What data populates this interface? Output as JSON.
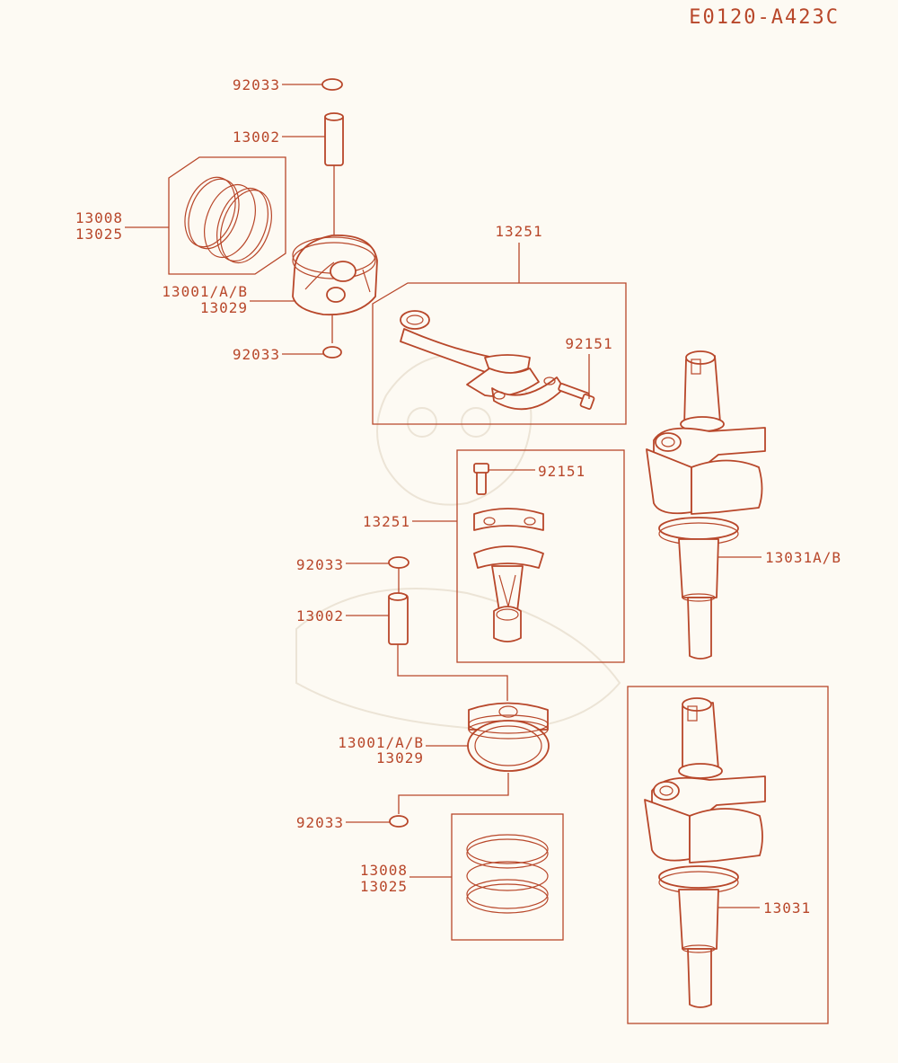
{
  "diagram_code": "E0120-A423C",
  "callouts": {
    "clip_upper_top": "92033",
    "pin_upper": "13002",
    "rings_upper_a": "13008",
    "rings_upper_b": "13025",
    "piston_upper_a": "13001/A/B",
    "piston_upper_b": "13029",
    "clip_upper_bottom": "92033",
    "conrod_upper": "13251",
    "bolt_upper": "92151",
    "bolt_lower": "92151",
    "conrod_lower": "13251",
    "clip_lower_top": "92033",
    "pin_lower": "13002",
    "piston_lower_a": "13001/A/B",
    "piston_lower_b": "13029",
    "clip_lower_bottom": "92033",
    "rings_lower_a": "13008",
    "rings_lower_b": "13025",
    "crank_upper": "13031A/B",
    "crank_lower": "13031"
  },
  "colors": {
    "ink": "#b8472a",
    "paper": "#fdfaf3"
  }
}
